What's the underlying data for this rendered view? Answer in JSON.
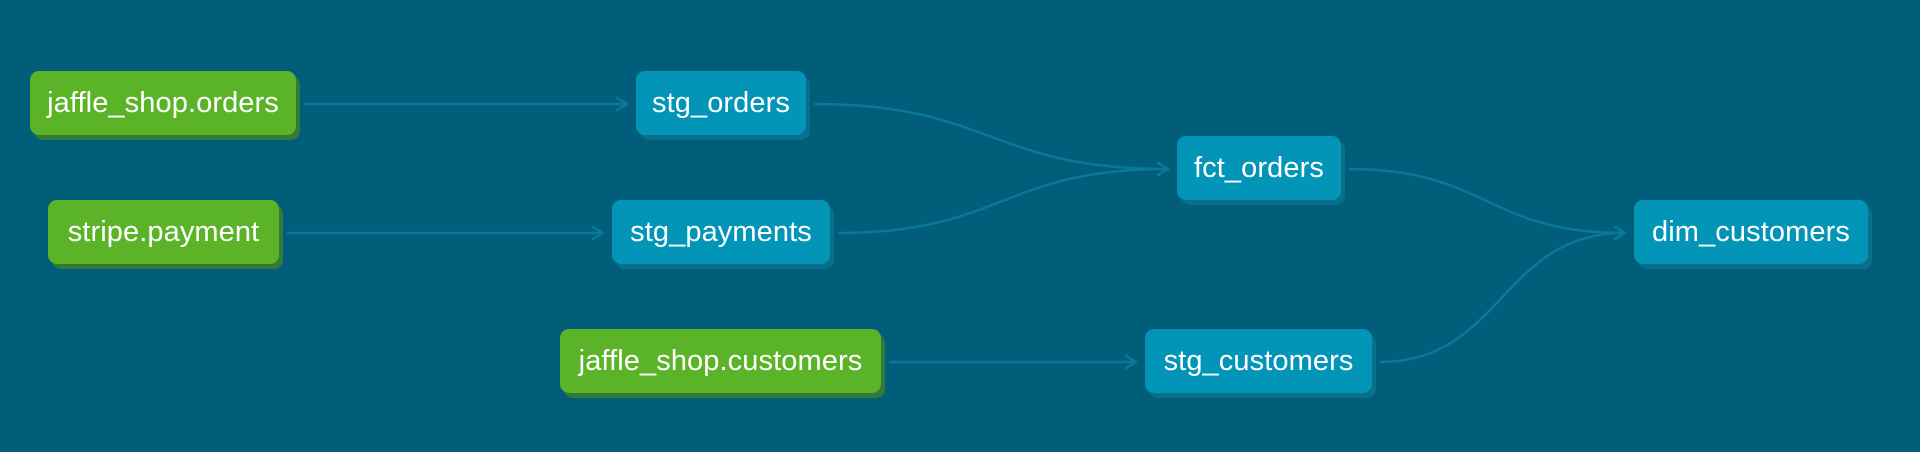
{
  "diagram": {
    "background": "#005e7a",
    "colors": {
      "source": "#5bb428",
      "model": "#0395b8",
      "edge": "#0b7896"
    },
    "nodes": {
      "src_orders": {
        "label": "jaffle_shop.orders",
        "kind": "source"
      },
      "src_payment": {
        "label": "stripe.payment",
        "kind": "source"
      },
      "src_customers": {
        "label": "jaffle_shop.customers",
        "kind": "source"
      },
      "stg_orders": {
        "label": "stg_orders",
        "kind": "model"
      },
      "stg_payments": {
        "label": "stg_payments",
        "kind": "model"
      },
      "stg_customers": {
        "label": "stg_customers",
        "kind": "model"
      },
      "fct_orders": {
        "label": "fct_orders",
        "kind": "model"
      },
      "dim_customers": {
        "label": "dim_customers",
        "kind": "model"
      }
    },
    "edges": [
      {
        "from": "src_orders",
        "to": "stg_orders"
      },
      {
        "from": "src_payment",
        "to": "stg_payments"
      },
      {
        "from": "src_customers",
        "to": "stg_customers"
      },
      {
        "from": "stg_orders",
        "to": "fct_orders"
      },
      {
        "from": "stg_payments",
        "to": "fct_orders"
      },
      {
        "from": "fct_orders",
        "to": "dim_customers"
      },
      {
        "from": "stg_customers",
        "to": "dim_customers"
      }
    ]
  }
}
